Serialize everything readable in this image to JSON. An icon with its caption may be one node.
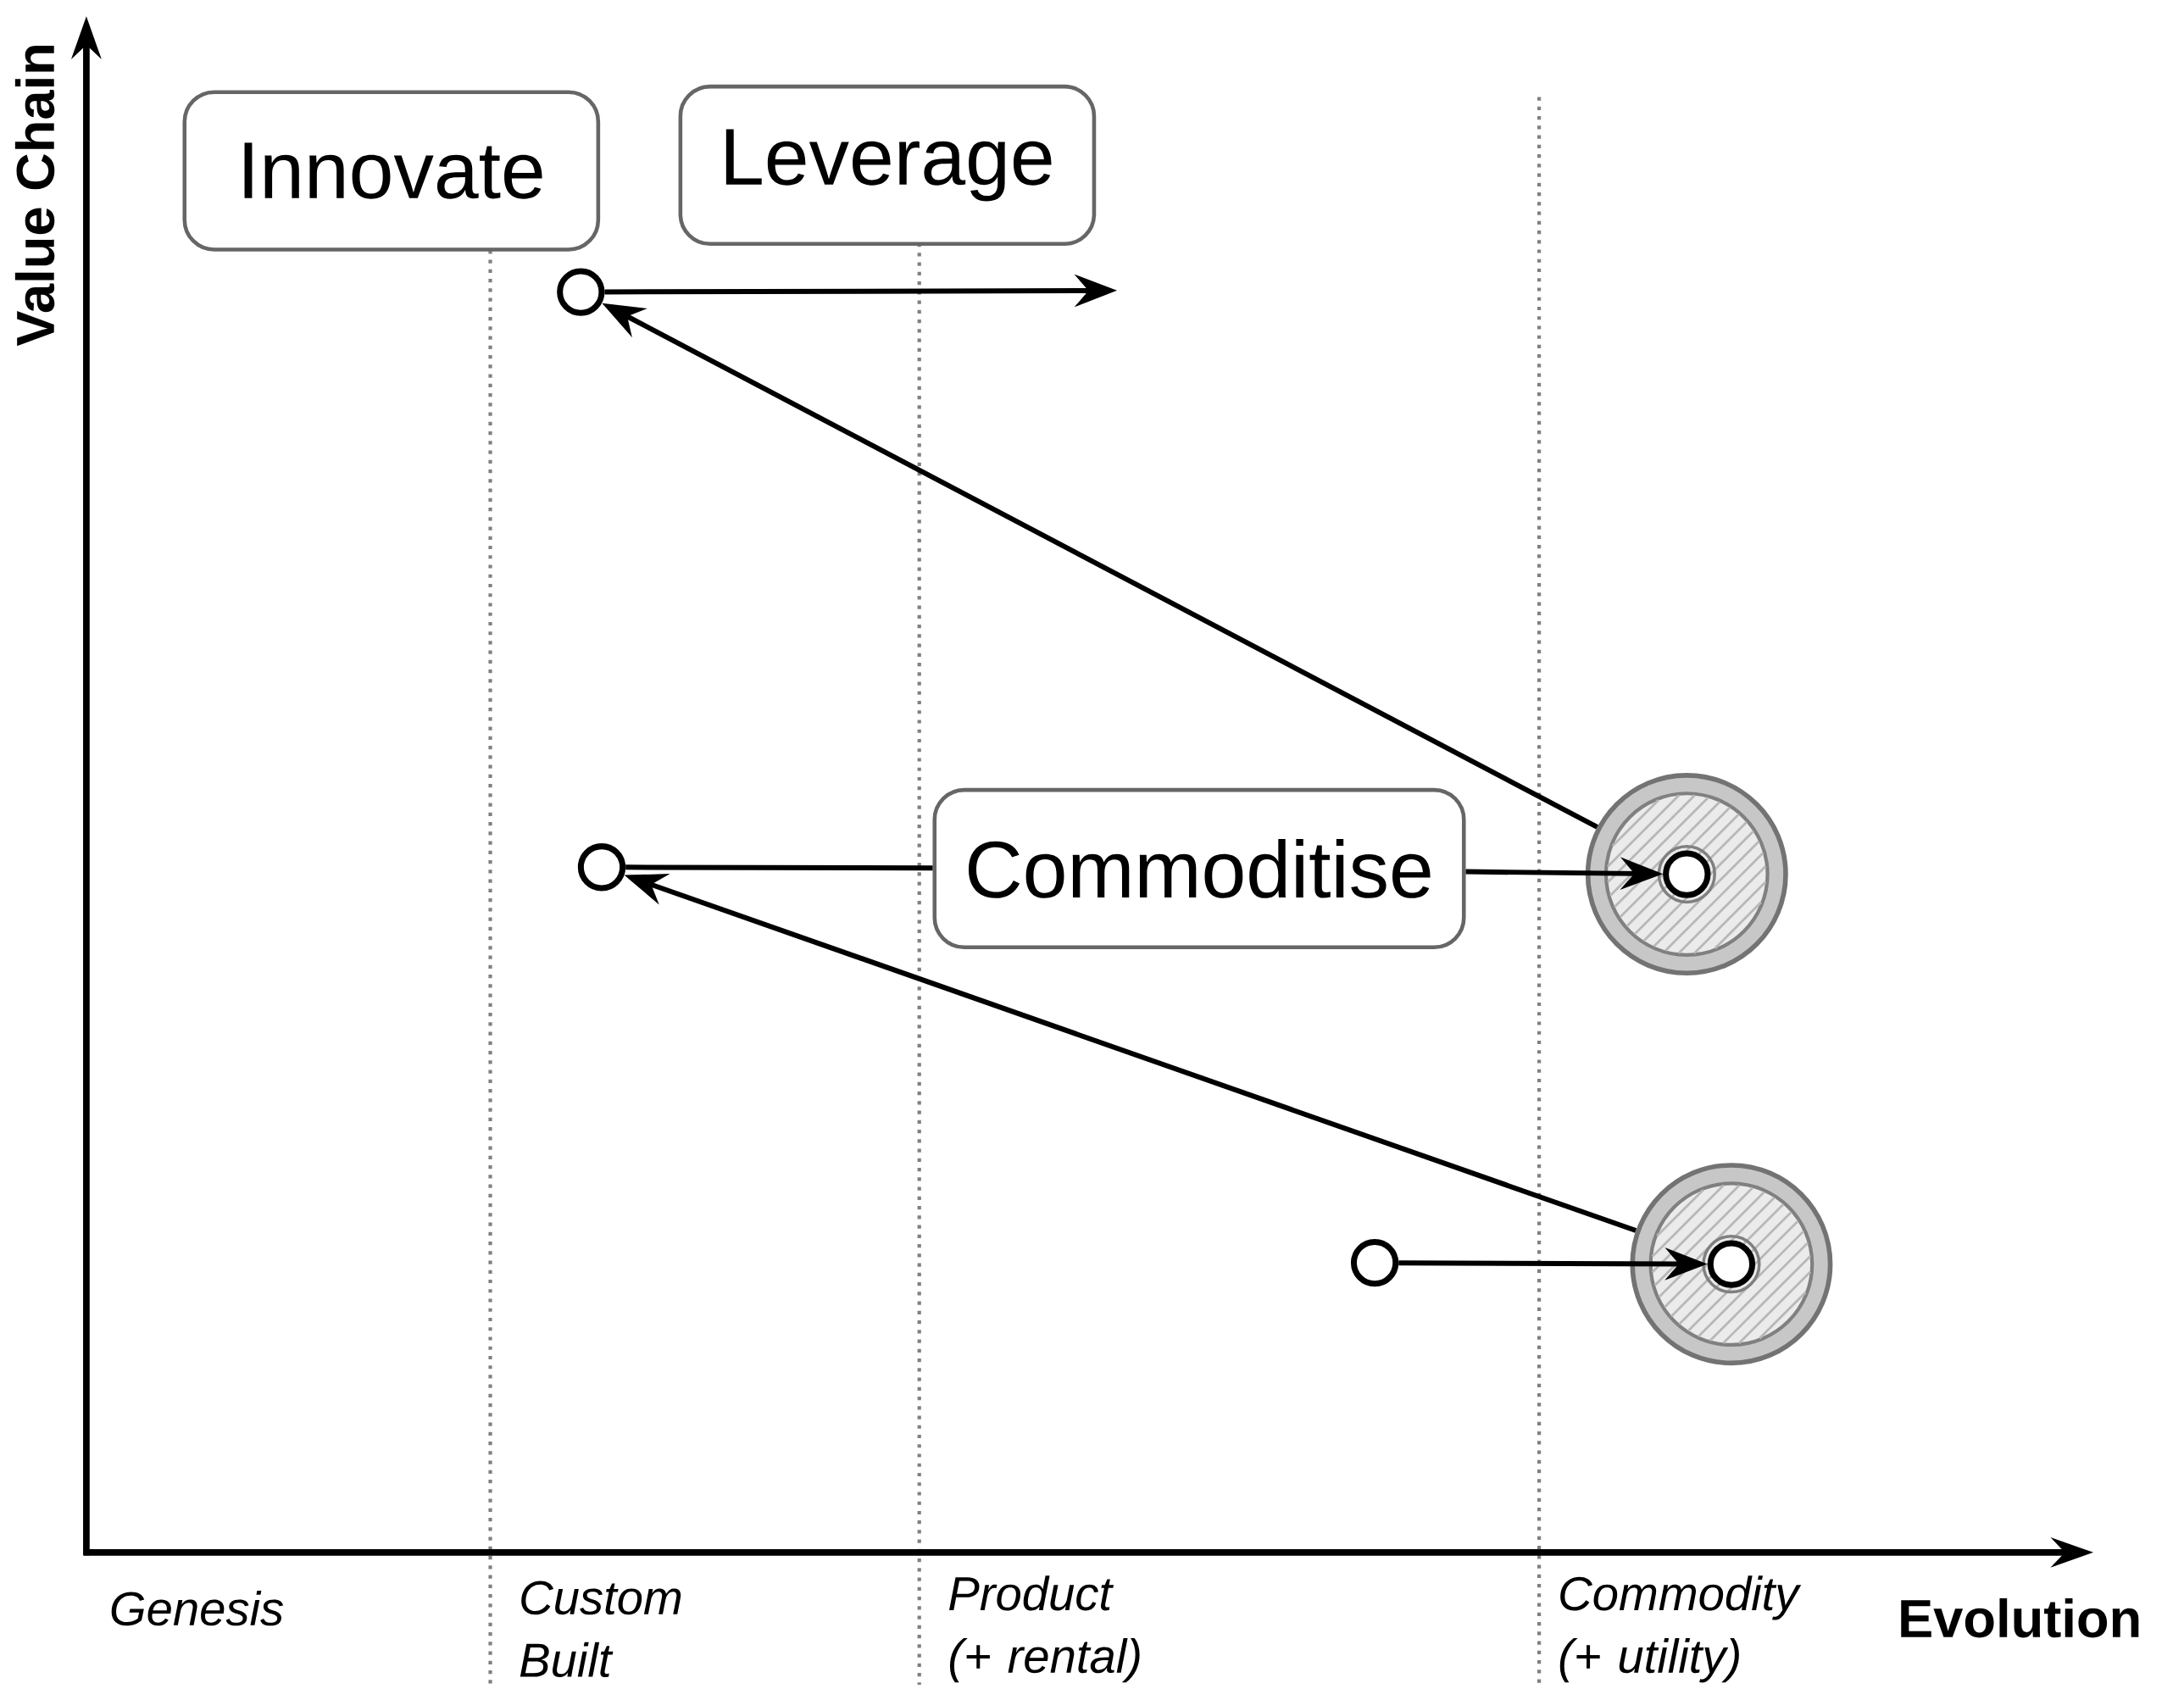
{
  "diagram": {
    "nodes": [
      {
        "text": [
          "Innovate"
        ]
      },
      {
        "text": [
          "Leverage"
        ]
      },
      {
        "text": [],
        "shape": "circle"
      },
      {
        "text": [
          "Commoditise"
        ]
      },
      {
        "text": [],
        "shape": "circle"
      },
      {
        "text": [],
        "shape": "circle"
      },
      {
        "text": [],
        "shape": "circle",
        "in": 5
      },
      {
        "text": [],
        "shape": "circle"
      },
      {
        "text": [],
        "shape": "circle"
      },
      {
        "text": [],
        "shape": "circle",
        "in": 8
      }
    ],
    "edges": [
      {
        "from": 2,
        "to": null,
        "arrow": "to"
      },
      {
        "from": 5,
        "to": 2,
        "arrow": "to"
      },
      {
        "from": 4,
        "to": 3,
        "arrow": "none"
      },
      {
        "from": 3,
        "to": 6,
        "arrow": "to"
      },
      {
        "from": 8,
        "to": 4,
        "arrow": "to"
      },
      {
        "from": 7,
        "to": 9,
        "arrow": "to"
      }
    ],
    "labels": [
      "Value Chain",
      "Evolution",
      "Genesis",
      "Custom Built",
      "Product (+ rental)",
      "Commodity (+ utility)"
    ]
  }
}
